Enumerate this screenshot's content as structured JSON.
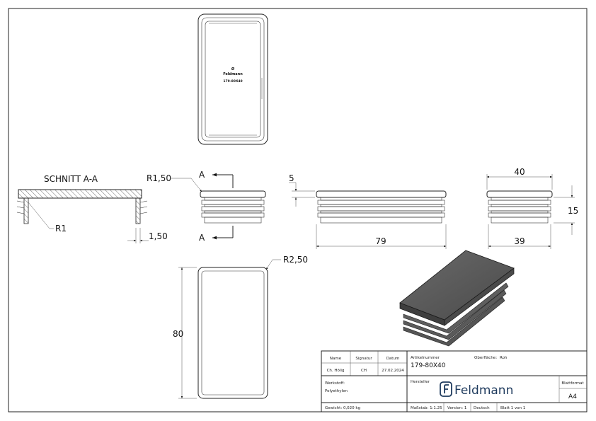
{
  "logo_engraving": {
    "symbol": "Ø",
    "brand": "Feldmann",
    "article": "179-80X40"
  },
  "section": {
    "title": "SCHNITT A-A",
    "radius_label": "R1",
    "wall_label": "1,50"
  },
  "side_view": {
    "radius_label": "R1,50",
    "cut_label_top": "A",
    "cut_label_bottom": "A"
  },
  "front_view": {
    "height_label": "5",
    "length_label": "79"
  },
  "end_view": {
    "top_width_label": "40",
    "bottom_width_label": "39",
    "depth_label": "15"
  },
  "plan_view": {
    "radius_label": "R2,50",
    "length_label": "80"
  },
  "title_block": {
    "name_header": "Name",
    "signature_header": "Signatur",
    "date_header": "Datum",
    "name_value": "Ch. Hölig",
    "signature_value": "CH",
    "date_value": "27.02.2024",
    "article_number_label": "Artikelnummer",
    "article_number_value": "179-80X40",
    "surface_label": "Oberfläche:",
    "surface_value": "Roh",
    "material_label": "Werkstoff:",
    "material_value": "Polyethylen",
    "manufacturer_label": "Hersteller",
    "brand_name": "Feldmann",
    "sheet_format_label": "Blattformat",
    "sheet_format_value": "A4",
    "weight": "Gewicht: 0,020 kg",
    "scale": "Maßstab: 1:1.25",
    "version": "Version: 1",
    "language": "Deutsch",
    "sheet": "Blatt 1 von 1"
  }
}
